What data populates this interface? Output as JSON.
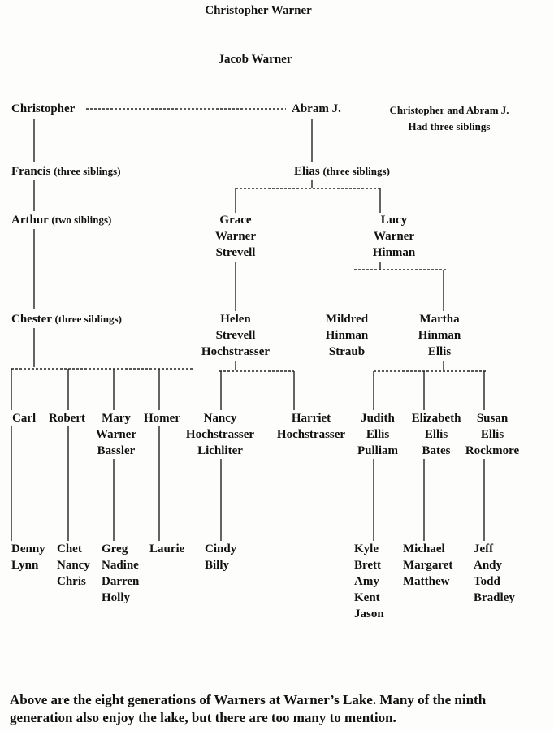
{
  "title": "Christopher Warner",
  "gen2": "Jacob Warner",
  "christopher": "Christopher",
  "abram": "Abram J.",
  "siblings_note": "Christopher and Abram J.\nHad three siblings",
  "francis": {
    "name": "Francis",
    "note": "(three siblings)"
  },
  "elias": {
    "name": "Elias",
    "note": "(three siblings)"
  },
  "arthur": {
    "name": "Arthur",
    "note": "(two siblings)"
  },
  "grace": "Grace\nWarner\nStrevell",
  "lucy": "Lucy\nWarner\nHinman",
  "chester": {
    "name": "Chester",
    "note": "(three siblings)"
  },
  "helen": "Helen\nStrevell\nHochstrasser",
  "mildred": "Mildred\nHinman\nStraub",
  "martha": "Martha\nHinman\nEllis",
  "carl": "Carl",
  "robert": "Robert",
  "mary": "Mary\nWarner\nBassler",
  "homer": "Homer",
  "nancy": "Nancy\nHochstrasser\nLichliter",
  "harriet": "Harriet\nHochstrasser",
  "judith": "Judith\nEllis\nPulliam",
  "elizabeth": "Elizabeth\nEllis\nBates",
  "susan": "Susan\nEllis\nRockmore",
  "carl_kids": "Denny\nLynn",
  "robert_kids": "Chet\nNancy\nChris",
  "mary_kids": "Greg\nNadine\nDarren\nHolly",
  "homer_kids": "Laurie",
  "nancy_kids": "Cindy\nBilly",
  "judith_kids": "Kyle\nBrett\nAmy\nKent\nJason",
  "elizabeth_kids": "Michael\nMargaret\nMatthew",
  "susan_kids": "Jeff\nAndy\nTodd\nBradley",
  "footer": "Above are the eight generations of Warners at Warner’s Lake.  Many of the ninth generation also enjoy the lake, but there are too many to mention."
}
